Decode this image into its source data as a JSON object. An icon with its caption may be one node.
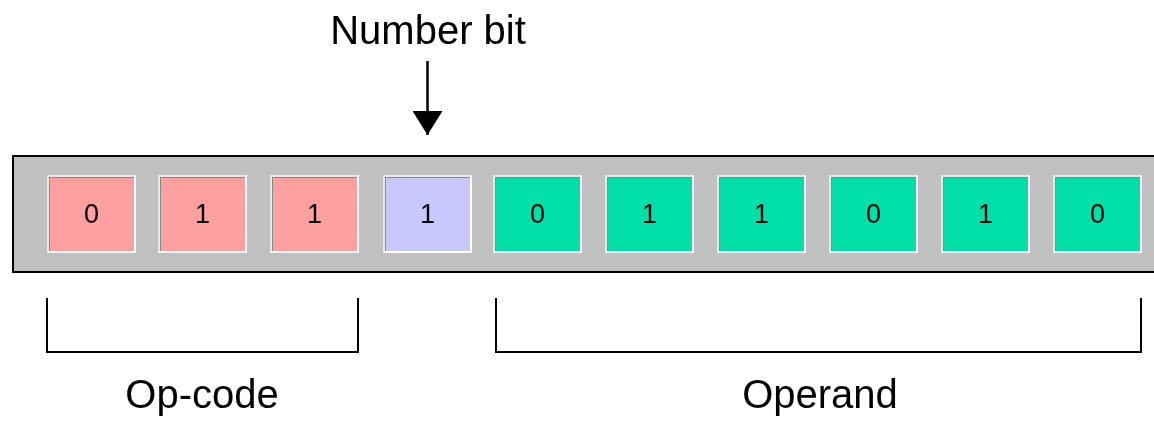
{
  "diagram": {
    "nodes": [
      {
        "text": [
          "Number bit"
        ]
      },
      {
        "text": [],
        "shape": "bar"
      },
      {
        "text": [
          "0"
        ],
        "in": 1
      },
      {
        "text": [
          "1"
        ],
        "in": 1
      },
      {
        "text": [
          "1"
        ],
        "in": 1
      },
      {
        "text": [
          "1"
        ],
        "in": 1
      },
      {
        "text": [
          "0"
        ],
        "in": 1
      },
      {
        "text": [
          "1"
        ],
        "in": 1
      },
      {
        "text": [
          "1"
        ],
        "in": 1
      },
      {
        "text": [
          "0"
        ],
        "in": 1
      },
      {
        "text": [
          "1"
        ],
        "in": 1
      },
      {
        "text": [
          "0"
        ],
        "in": 1
      }
    ],
    "edges": [
      {
        "from": 0,
        "to": 5,
        "arrow": "to"
      }
    ],
    "labels": [
      "Op-code",
      "Operand"
    ]
  }
}
